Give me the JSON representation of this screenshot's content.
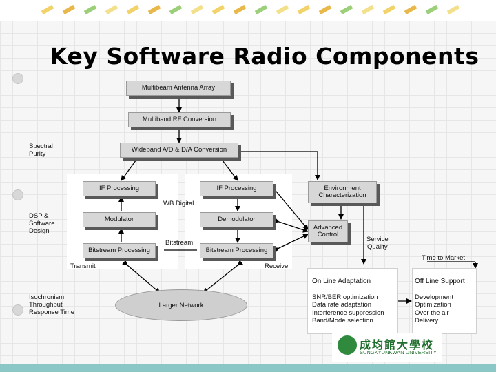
{
  "title": "Key Software Radio Components",
  "colors": {
    "box_fill": "#d7d7d7",
    "box_shadow": "#595959",
    "bottom_bar": "#8cc7c8",
    "logo_green": "#2f8a3e"
  },
  "side_labels": {
    "spectral": [
      "Spectral",
      "Purity"
    ],
    "dsp": [
      "DSP &",
      "Software",
      "Design"
    ],
    "iso": [
      "Isochronism",
      "Throughput",
      "Response Time"
    ]
  },
  "boxes": {
    "antenna": "Multibeam Antenna Array",
    "rf": "Multiband RF Conversion",
    "adc": "Wideband A/D & D/A Conversion",
    "tx_if": "IF Processing",
    "rx_if": "IF Processing",
    "modulator": "Modulator",
    "demodulator": "Demodulator",
    "tx_bit": "Bitstream Processing",
    "rx_bit": "Bitstream Processing",
    "env": [
      "Environment",
      "Characterization"
    ],
    "adv": [
      "Advanced",
      "Control"
    ]
  },
  "labels": {
    "wb": "WB Digital",
    "bitstream": "Bitstream",
    "transmit": "Transmit",
    "receive": "Receive",
    "service": [
      "Service",
      "Quality"
    ],
    "ttm": "Time to Market",
    "network": "Larger Network"
  },
  "online": {
    "title": "On Line Adaptation",
    "items": [
      "SNR/BER optimization",
      "Data rate adaptation",
      "Interference suppression",
      "Band/Mode selection"
    ]
  },
  "offline": {
    "title": "Off Line Support",
    "items": [
      "Development",
      "Optimization",
      "Over the air",
      "Delivery"
    ]
  },
  "logo": {
    "chinese": "成均館大學校",
    "english": "SUNGKYUNKWAN UNIVERSITY"
  }
}
